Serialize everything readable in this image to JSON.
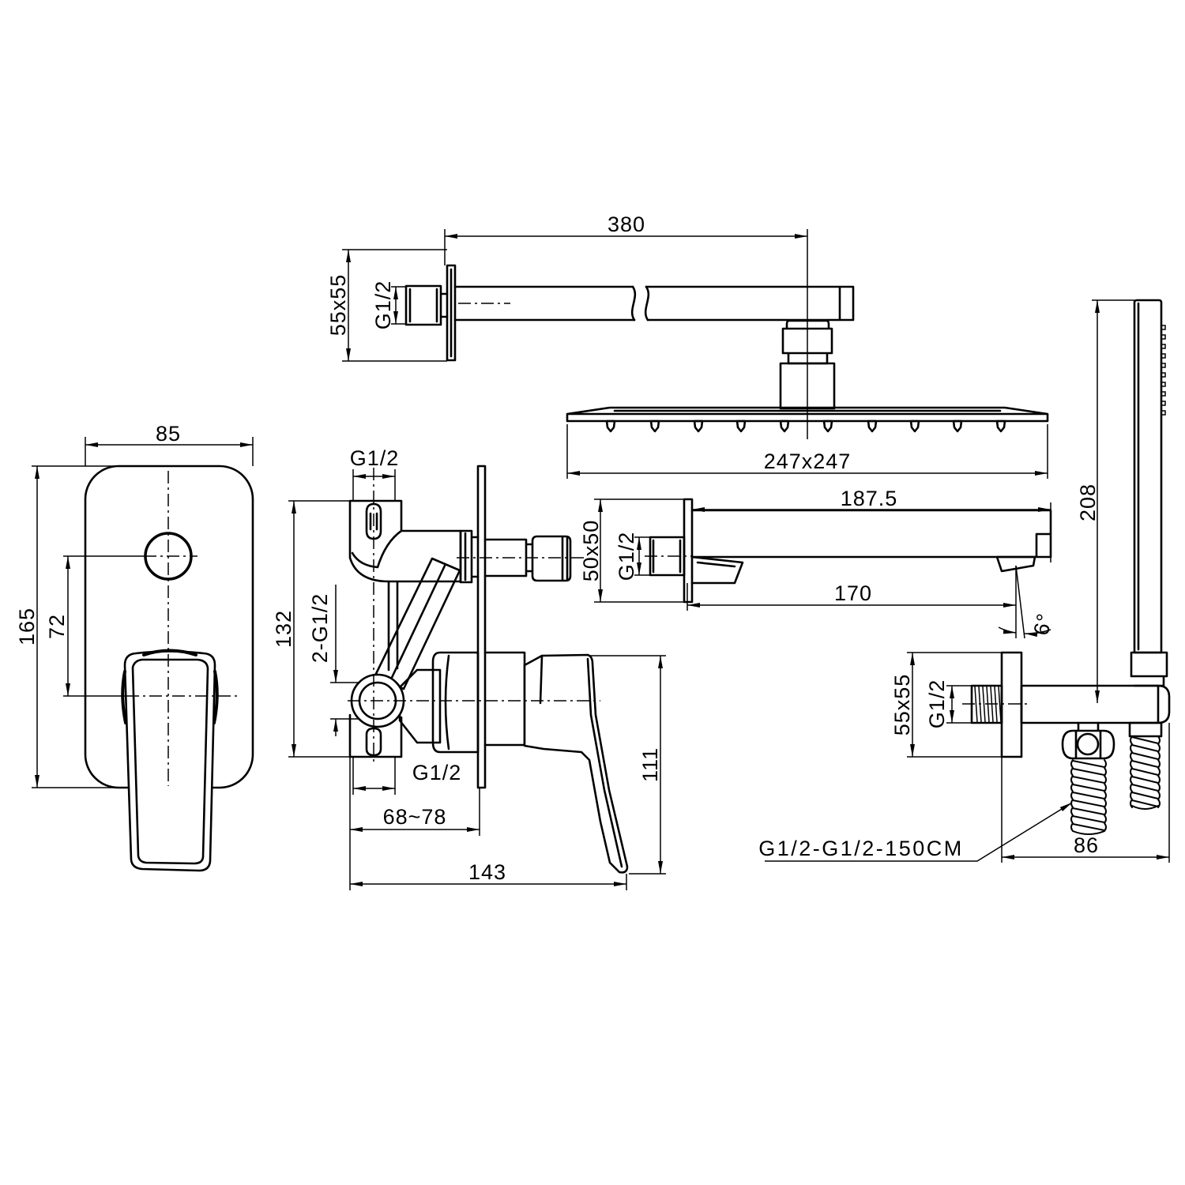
{
  "shower_arm": {
    "length": "380",
    "flange": "55x55",
    "thread": "G1/2"
  },
  "shower_head": {
    "size": "247x247"
  },
  "cover_plate": {
    "width": "85",
    "height": "165",
    "spacing": "72"
  },
  "mixer": {
    "top_thread": "G1/2",
    "height": "132",
    "outlets": "2-G1/2",
    "bottom_thread": "G1/2",
    "depth_range": "68~78",
    "depth_total": "143",
    "handle_height": "111"
  },
  "spout": {
    "length": "187.5",
    "flange": "50x50",
    "thread": "G1/2",
    "reach": "170",
    "angle": "6°"
  },
  "hand_shower": {
    "height": "208",
    "flange": "55x55",
    "thread": "G1/2",
    "depth": "86",
    "hose": "G1/2-G1/2-150CM"
  }
}
